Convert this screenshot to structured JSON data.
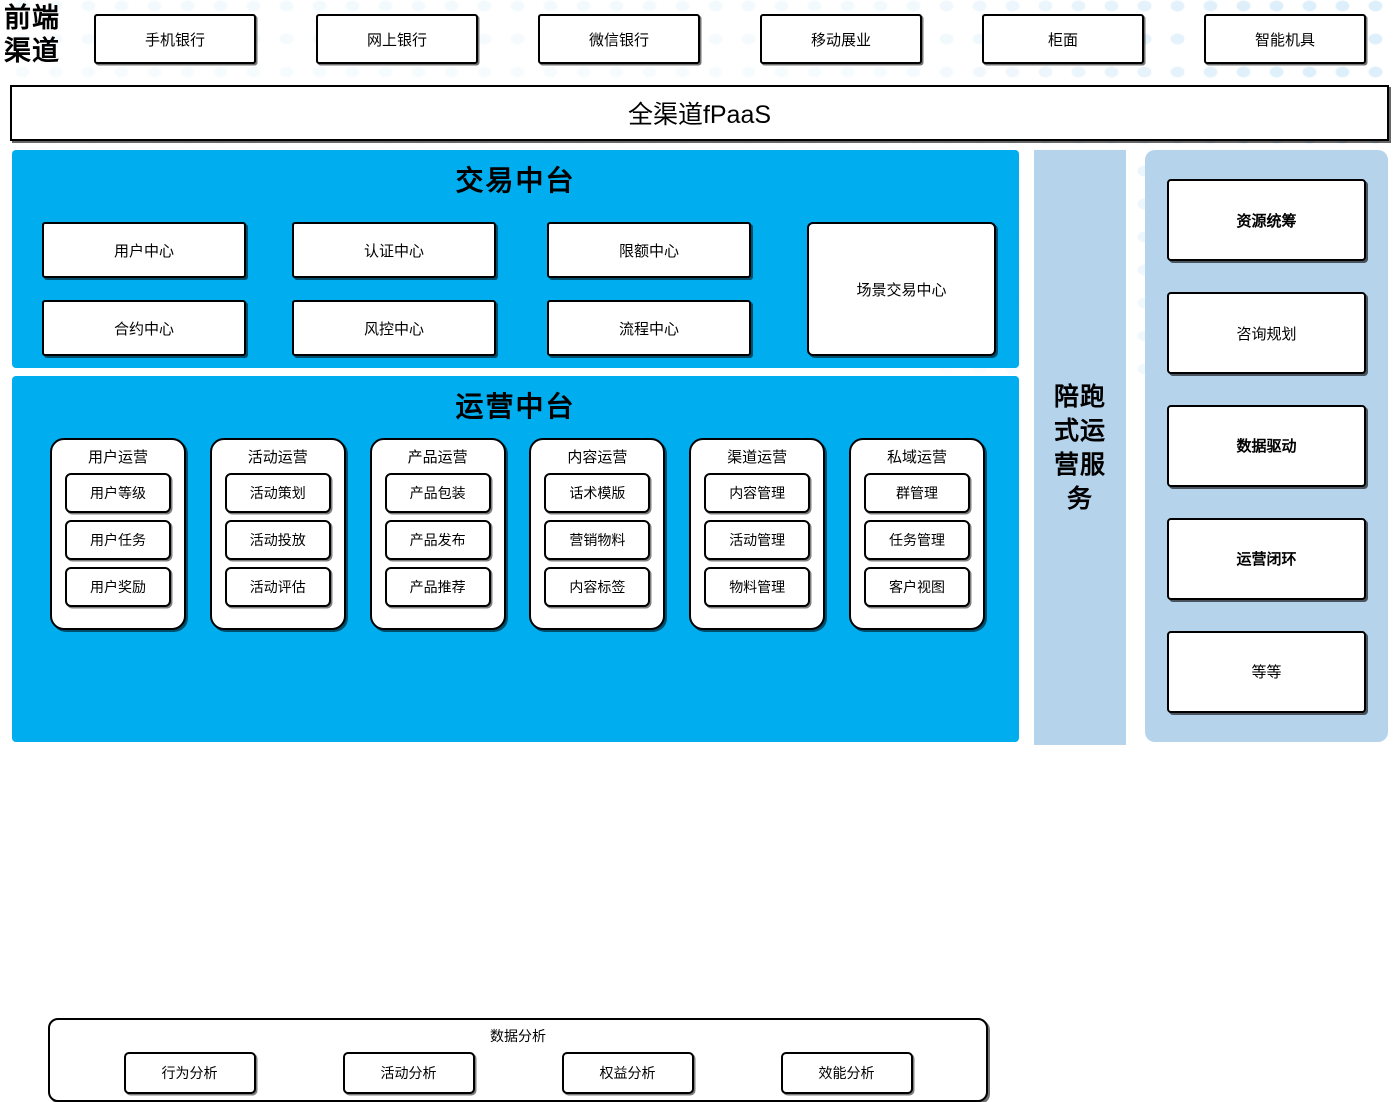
{
  "colors": {
    "accent_cyan": "#00AEEF",
    "panel_light_blue": "#B6D3EC",
    "dot_blue": "#DDEFFA",
    "card_white": "#FFFFFF",
    "stroke_black": "#000000"
  },
  "channels": {
    "label": "前端\n渠道",
    "label_line1": "前端",
    "label_line2": "渠道",
    "items": [
      {
        "label": "手机银行"
      },
      {
        "label": "网上银行"
      },
      {
        "label": "微信银行"
      },
      {
        "label": "移动展业"
      },
      {
        "label": "柜面"
      },
      {
        "label": "智能机具"
      }
    ]
  },
  "fpaas": {
    "label": "全渠道fPaaS"
  },
  "trade_platform": {
    "title": "交易中台",
    "cells": [
      {
        "label": "用户中心"
      },
      {
        "label": "认证中心"
      },
      {
        "label": "限额中心"
      },
      {
        "label": "合约中心"
      },
      {
        "label": "风控中心"
      },
      {
        "label": "流程中心"
      }
    ],
    "big_cell": {
      "label": "场景交易中心"
    }
  },
  "ops_platform": {
    "title": "运营中台",
    "columns": [
      {
        "title": "用户运营",
        "items": [
          {
            "label": "用户等级"
          },
          {
            "label": "用户任务"
          },
          {
            "label": "用户奖励"
          }
        ]
      },
      {
        "title": "活动运营",
        "items": [
          {
            "label": "活动策划"
          },
          {
            "label": "活动投放"
          },
          {
            "label": "活动评估"
          }
        ]
      },
      {
        "title": "产品运营",
        "items": [
          {
            "label": "产品包装"
          },
          {
            "label": "产品发布"
          },
          {
            "label": "产品推荐"
          }
        ]
      },
      {
        "title": "内容运营",
        "items": [
          {
            "label": "话术模版"
          },
          {
            "label": "营销物料"
          },
          {
            "label": "内容标签"
          }
        ]
      },
      {
        "title": "渠道运营",
        "items": [
          {
            "label": "内容管理"
          },
          {
            "label": "活动管理"
          },
          {
            "label": "物料管理"
          }
        ]
      },
      {
        "title": "私域运营",
        "items": [
          {
            "label": "群管理"
          },
          {
            "label": "任务管理"
          },
          {
            "label": "客户视图"
          }
        ]
      }
    ],
    "data_analysis": {
      "title": "数据分析",
      "items": [
        {
          "label": "行为分析"
        },
        {
          "label": "活动分析"
        },
        {
          "label": "权益分析"
        },
        {
          "label": "效能分析"
        }
      ]
    }
  },
  "accompany": {
    "label": "陪跑式运营服务",
    "lines": [
      "陪跑",
      "式运",
      "营服",
      "务"
    ]
  },
  "services": {
    "cards": [
      {
        "label": "资源统筹",
        "bold": true
      },
      {
        "label": "咨询规划",
        "bold": false
      },
      {
        "label": "数据驱动",
        "bold": true
      },
      {
        "label": "运营闭环",
        "bold": true
      },
      {
        "label": "等等",
        "bold": false
      }
    ]
  }
}
